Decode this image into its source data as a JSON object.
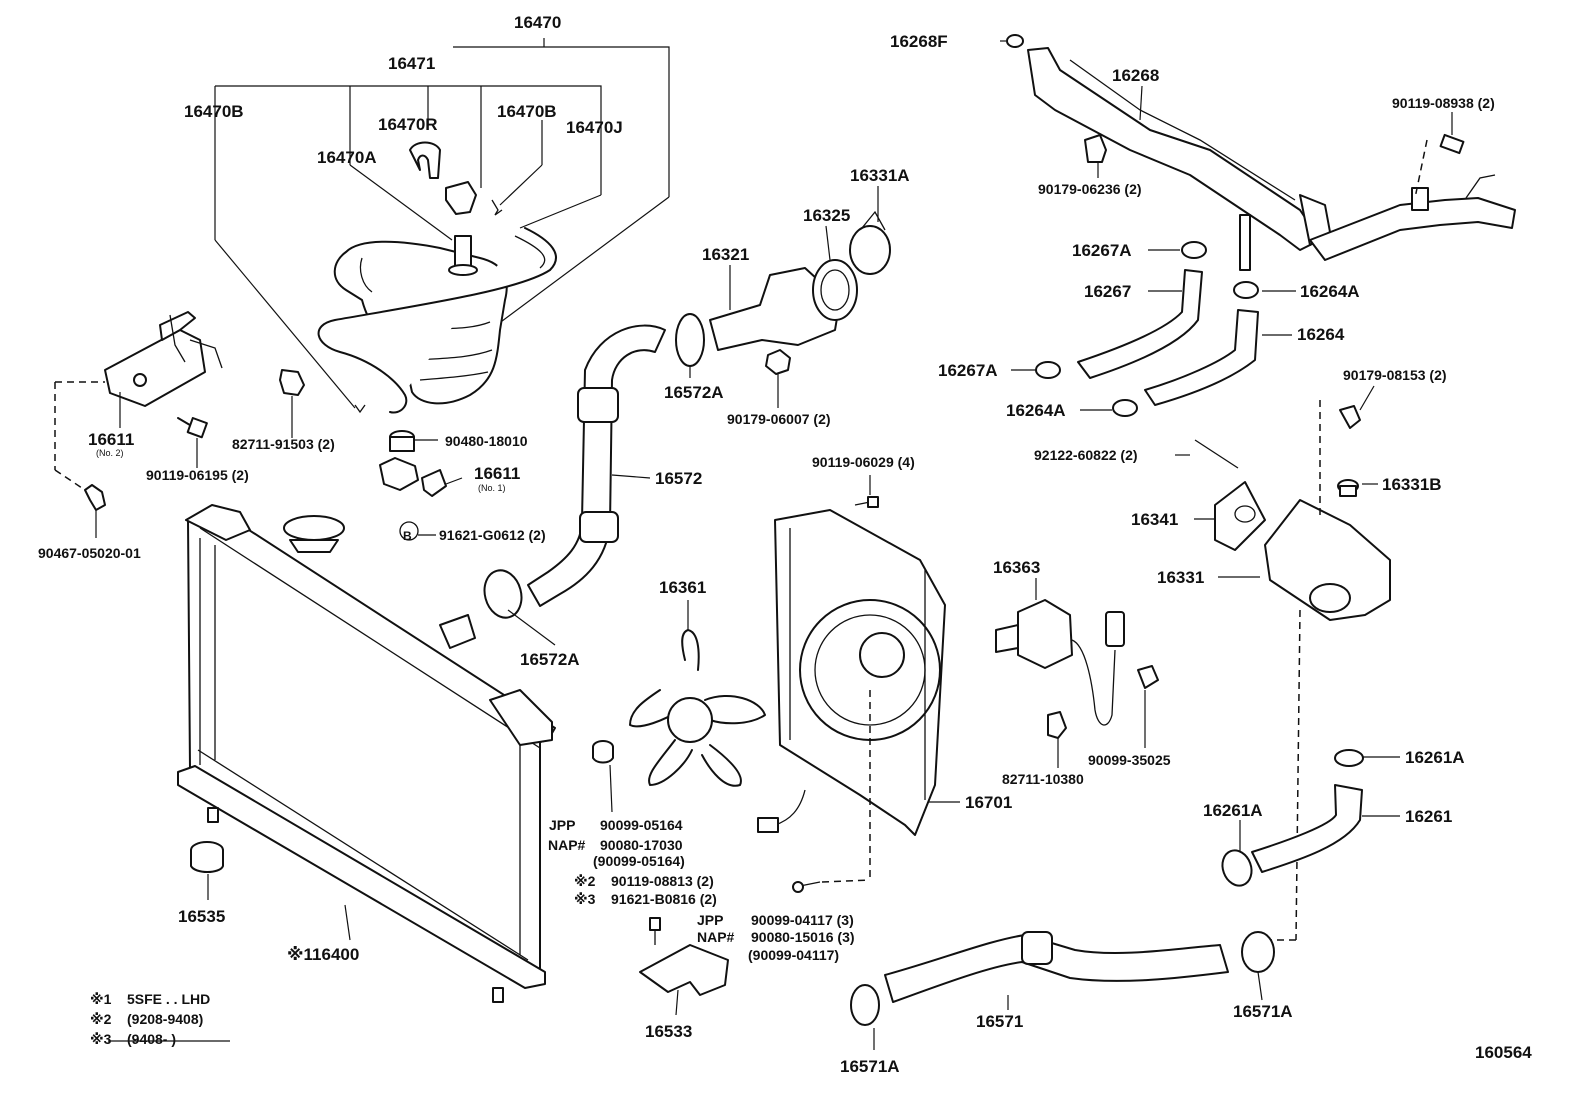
{
  "diagram_id": "160564",
  "labels": {
    "l16470": "16470",
    "l16471": "16471",
    "l16470B_left": "16470B",
    "l16470R": "16470R",
    "l16470B_right": "16470B",
    "l16470J": "16470J",
    "l16470A": "16470A",
    "l16611_upper": "16611",
    "l16611_upper_note": "(No. 2)",
    "l90119_06195": "90119-06195 (2)",
    "l82711_91503": "82711-91503 (2)",
    "l90480_18010": "90480-18010",
    "l16611_lower": "16611",
    "l16611_lower_note": "(No. 1)",
    "l91621_G0612": "91621-G0612 (2)",
    "l90467": "90467-05020-01",
    "l16321": "16321",
    "l16325": "16325",
    "l16331A": "16331A",
    "l16572A_upper": "16572A",
    "l90179_06007": "90179-06007 (2)",
    "l16572": "16572",
    "l16572A_lower": "16572A",
    "l16361": "16361",
    "l90119_06029": "90119-06029 (4)",
    "l16363": "16363",
    "l90099_35025": "90099-35025",
    "l82711_10380": "82711-10380",
    "l16701": "16701",
    "l16268F": "16268F",
    "l16268": "16268",
    "l90119_08938": "90119-08938 (2)",
    "l90179_06236": "90179-06236 (2)",
    "l16267A_upper": "16267A",
    "l16267": "16267",
    "l16264A_upper": "16264A",
    "l16264": "16264",
    "l16267A_lower": "16267A",
    "l16264A_lower": "16264A",
    "l90179_08153": "90179-08153 (2)",
    "l92122": "92122-60822 (2)",
    "l16341": "16341",
    "l16331B": "16331B",
    "l16331": "16331",
    "l16261A_right": "16261A",
    "l16261A_left": "16261A",
    "l16261": "16261",
    "l16571": "16571",
    "l16571A_right": "16571A",
    "l16571A_lower": "16571A",
    "l16535": "16535",
    "l16400": "※116400",
    "l16533": "16533"
  },
  "codes_block_1": {
    "jpp": "JPP",
    "jpp_no": "90099-05164",
    "nap": "NAP#",
    "nap_no": "90080-17030",
    "alt_no": "(90099-05164)",
    "m2": "※2",
    "m2_no": "90119-08813 (2)",
    "m3": "※3",
    "m3_no": "91621-B0816 (2)"
  },
  "codes_block_2": {
    "jpp": "JPP",
    "jpp_no": "90099-04117 (3)",
    "nap": "NAP#",
    "nap_no": "90080-15016 (3)",
    "alt_no": "(90099-04117)"
  },
  "legend": {
    "m1": "※1",
    "m1_text": "5SFE . . LHD",
    "m2": "※2",
    "m2_text": "(9208-9408)",
    "m3": "※3",
    "m3_text": "(9408-        )"
  },
  "circle_b": "B"
}
